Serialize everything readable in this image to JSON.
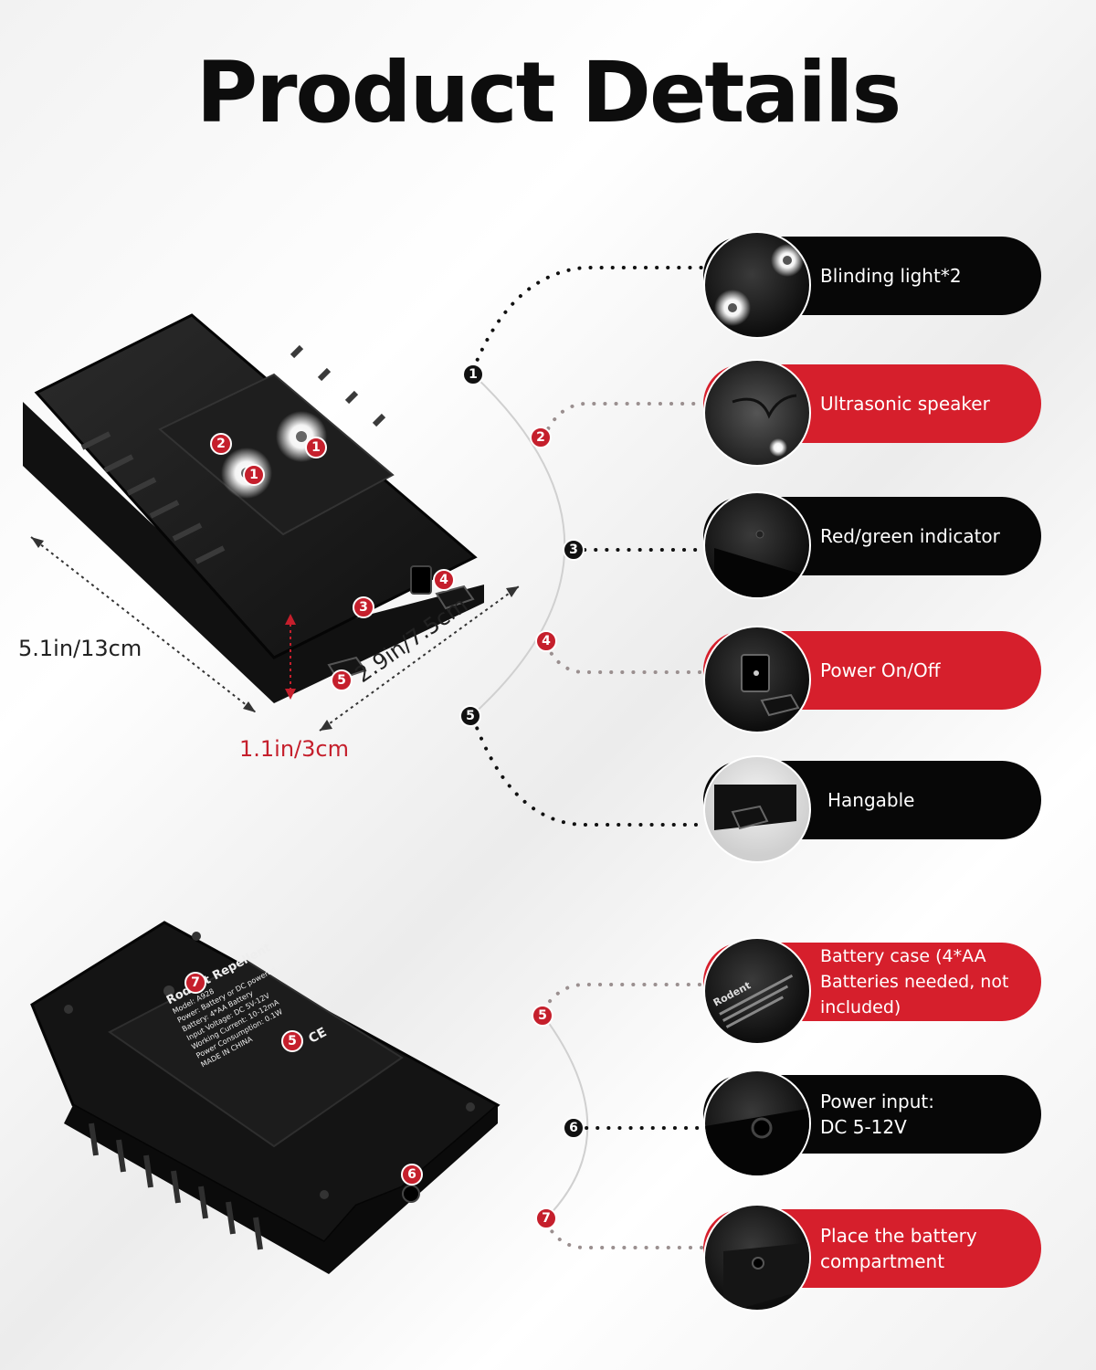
{
  "title": "Product Details",
  "dimensions": {
    "length": "5.1in/13cm",
    "width": "2.9in/7.5cm",
    "height": "1.1in/3cm"
  },
  "label_panel": {
    "brand": "Rodent Repellent",
    "lines": [
      "Model: A928",
      "Power: Battery or DC powered",
      "Battery: 4*AA Battery",
      "Input Voltage: DC 5V-12V",
      "Working Current: 10-12mA",
      "Power Consumption: 0.1W",
      "MADE IN CHINA"
    ],
    "ce_mark": "CE"
  },
  "features": [
    {
      "number": "1",
      "label": "Blinding light*2",
      "style": "black",
      "icon": "led-light-icon"
    },
    {
      "number": "2",
      "label": "Ultrasonic speaker",
      "style": "red",
      "icon": "speaker-grille-icon"
    },
    {
      "number": "3",
      "label": "Red/green indicator",
      "style": "black",
      "icon": "indicator-light-icon"
    },
    {
      "number": "4",
      "label": "Power On/Off",
      "style": "red",
      "icon": "power-switch-icon"
    },
    {
      "number": "5",
      "label": "Hangable",
      "style": "black",
      "icon": "hanging-loop-icon"
    },
    {
      "number": "5",
      "label": "Battery case (4*AA Batteries needed, not included)",
      "style": "red",
      "icon": "battery-label-icon"
    },
    {
      "number": "6",
      "label": "Power input: DC 5-12V",
      "style": "black",
      "icon": "dc-port-icon"
    },
    {
      "number": "7",
      "label": "Place the battery compartment",
      "style": "red",
      "icon": "screw-icon"
    }
  ],
  "device_markers": {
    "top": [
      "1",
      "1",
      "2",
      "3",
      "4",
      "5"
    ],
    "bottom": [
      "7",
      "5",
      "6"
    ]
  },
  "colors": {
    "red": "#d61f2c",
    "black": "#070707",
    "device": "#1b1b1b"
  }
}
